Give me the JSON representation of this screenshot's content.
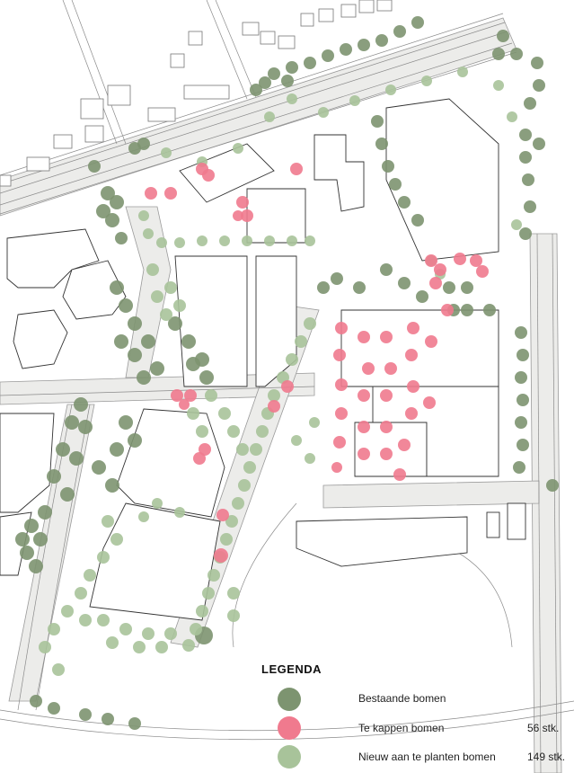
{
  "legend": {
    "title": "LEGENDA",
    "items": [
      {
        "label": "Bestaande bomen",
        "count": "",
        "color": "#7d9470"
      },
      {
        "label": "Te kappen bomen",
        "count": "56 stk.",
        "color": "#f07a8e"
      },
      {
        "label": "Nieuw aan te planten bomen",
        "count": "149 stk.",
        "color": "#a8c39a"
      }
    ]
  },
  "colors": {
    "background": "#ffffff",
    "road": "#e9ebe7",
    "line": "#8a8a8a",
    "building": "#ffffff",
    "existing_tree": "#7d9470",
    "felled_tree": "#f07a8e",
    "new_tree": "#a8c39a"
  }
}
